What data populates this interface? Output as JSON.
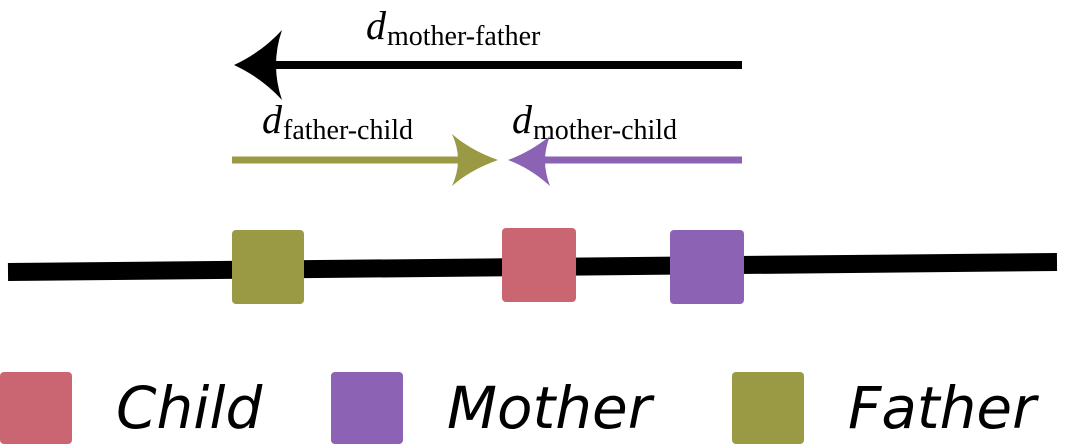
{
  "labels": {
    "mother_father": {
      "var": "d",
      "sub": "mother-father"
    },
    "father_child": {
      "var": "d",
      "sub": "father-child"
    },
    "mother_child": {
      "var": "d",
      "sub": "mother-child"
    }
  },
  "legend": [
    {
      "key": "child",
      "label": "Child",
      "color": "#c96672"
    },
    {
      "key": "mother",
      "label": "Mother",
      "color": "#8b62b4"
    },
    {
      "key": "father",
      "label": "Father",
      "color": "#9b9a44"
    }
  ],
  "colors": {
    "line": "#000000",
    "arrow_mother_father": "#000000",
    "arrow_father_child": "#9b9a44",
    "arrow_mother_child": "#8b62b4",
    "child": "#c96672",
    "mother": "#8b62b4",
    "father": "#9b9a44"
  }
}
